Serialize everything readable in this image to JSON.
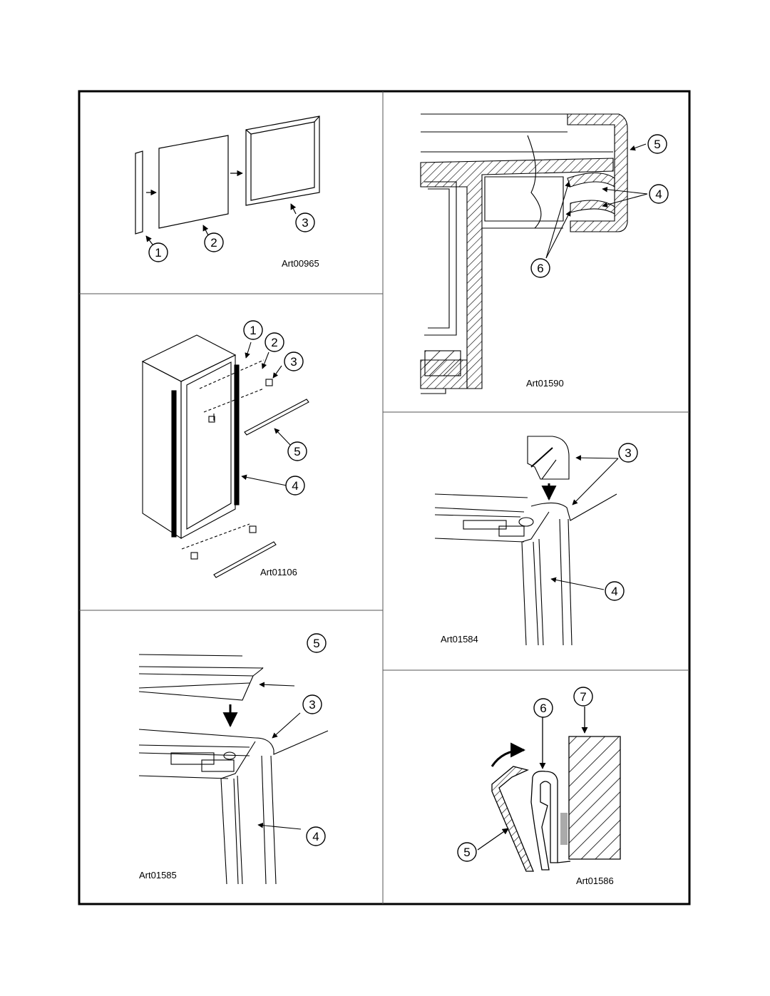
{
  "panels": [
    {
      "id": "panel-door-panel-assembly",
      "art": "Art00965",
      "callouts": [
        "1",
        "2",
        "3"
      ]
    },
    {
      "id": "panel-cabinet-trim-exploded",
      "art": "Art01106",
      "callouts": [
        "1",
        "2",
        "3",
        "5",
        "4"
      ]
    },
    {
      "id": "panel-trim-install-top",
      "art": "Art01585",
      "callouts": [
        "5",
        "3",
        "4"
      ]
    },
    {
      "id": "panel-trim-section",
      "art": "Art01590",
      "callouts": [
        "5",
        "4",
        "6"
      ]
    },
    {
      "id": "panel-corner-cap",
      "art": "Art01584",
      "callouts": [
        "3",
        "4"
      ]
    },
    {
      "id": "panel-trim-clip-section",
      "art": "Art01586",
      "callouts": [
        "7",
        "6",
        "5"
      ]
    }
  ]
}
